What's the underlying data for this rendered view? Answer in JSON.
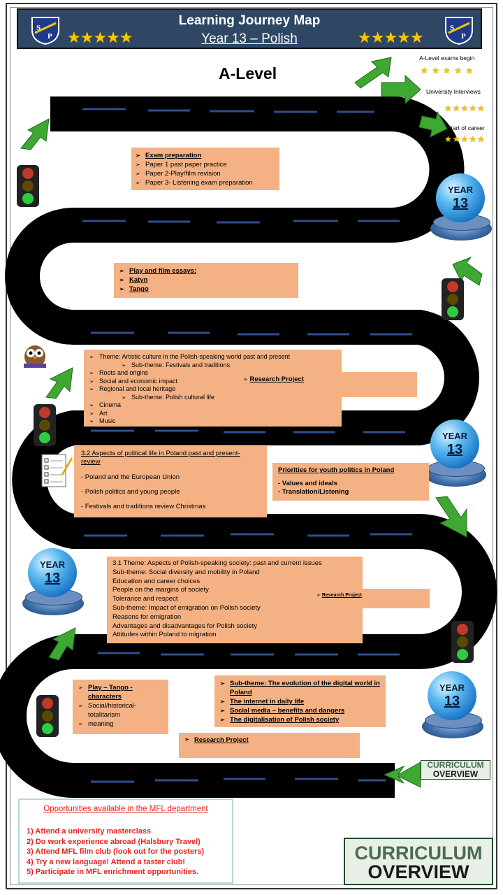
{
  "header": {
    "title": "Learning Journey Map",
    "subtitle": "Year 13 – Polish",
    "crest_text": "SP",
    "stars": "★★★★★"
  },
  "level_title": "A-Level",
  "milestones": [
    {
      "label": "A-Level exams begin"
    },
    {
      "label": "University Interviews"
    },
    {
      "label": "Start  of career"
    }
  ],
  "year_badge": {
    "label": "YEAR",
    "number": "13"
  },
  "boxes": {
    "exam": {
      "items": [
        "Exam preparation",
        "Paper 1 past paper practice",
        "Paper 2-Play/film revision",
        "Paper 3- Listening exam preparation"
      ]
    },
    "play_film": {
      "items": [
        "Play and film essays:",
        "Katyn",
        "Tango"
      ]
    },
    "culture": {
      "theme": "Theme:  Artistic culture in the Polish-speaking world past and present",
      "sub1": "Sub-theme:  Festivals  and traditions",
      "items_a": [
        "Roots and origins",
        "Social  and  economic impact",
        "Regional  and local heritage"
      ],
      "sub2": "Sub-theme:  Polish cultural life",
      "items_b": [
        "Cinema",
        "Art",
        "Music"
      ],
      "research": "Research Project"
    },
    "political": {
      "title": "3.2 Aspects of political life in Poland past and present- review",
      "items": [
        "- Poland and the European Union",
        "- Polish politics and young people",
        "- Festivals and traditions review Christmas"
      ]
    },
    "youth": {
      "title": "Priorities for youth politics in Poland",
      "items": [
        "- Values and ideals",
        "- Translation/Listening"
      ]
    },
    "society": {
      "lines": [
        "3.1 Theme: Aspects of Polish-speaking society: past and current issues",
        "Sub-theme: Social diversity and mobility in Poland",
        "Education and career choices",
        "People on the margins of society",
        "Tolerance and respect",
        "Sub-theme: Impact of emigration on Polish society",
        "Reasons for emigration",
        "Advantages and disadvantages for Polish society",
        "Attitudes within Poland to migration"
      ],
      "research": "Research Project"
    },
    "play_tango": {
      "items": [
        "Play – Tango - characters",
        "Social/historical- totalitarism",
        "meaning"
      ]
    },
    "digital": {
      "items": [
        "Sub-theme: The evolution of the digital world in Poland",
        "The internet in daily life",
        "Social media – benefits and dangers",
        "The digitalisation of Polish society"
      ]
    },
    "research_bottom": "Research Project"
  },
  "opportunities": {
    "title": "Opportunities available in the MFL department",
    "items": [
      "1) Attend a university masterclass",
      "2) Do work experience abroad (Halsbury Travel)",
      "3) Attend MFL film club (look out for the posters)",
      "4) Try a new language!  Attend a taster club!",
      "5) Participate in MFL enrichment opportunities."
    ]
  },
  "curriculum_overview": {
    "line1": "CURRICULUM",
    "line2": "OVERVIEW"
  },
  "colors": {
    "header_bg": "#2f4764",
    "box_bg": "#f4b183",
    "road": "#000000",
    "lane": "#2f4e8c",
    "arrow_green": "#3ea832",
    "opps_red": "#e8231f"
  }
}
